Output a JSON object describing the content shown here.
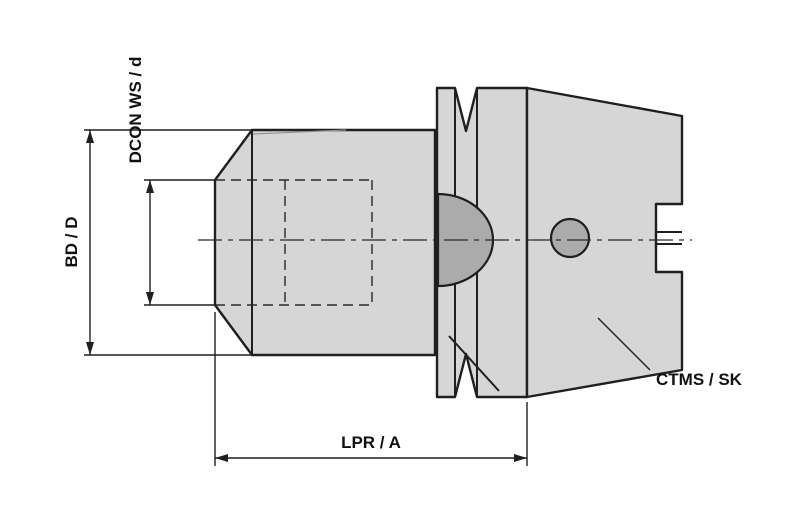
{
  "diagram": {
    "title": "tool-holder-dimension-drawing",
    "labels": {
      "bore_diameter": "DCON WS / d",
      "body_diameter": "BD / D",
      "projection_length": "LPR / A",
      "taper_interface": "CTMS / SK"
    },
    "colors": {
      "background": "#ffffff",
      "body_fill": "#d6d6d6",
      "dark_fill": "#ababab",
      "outline": "#1f1f1f"
    }
  }
}
